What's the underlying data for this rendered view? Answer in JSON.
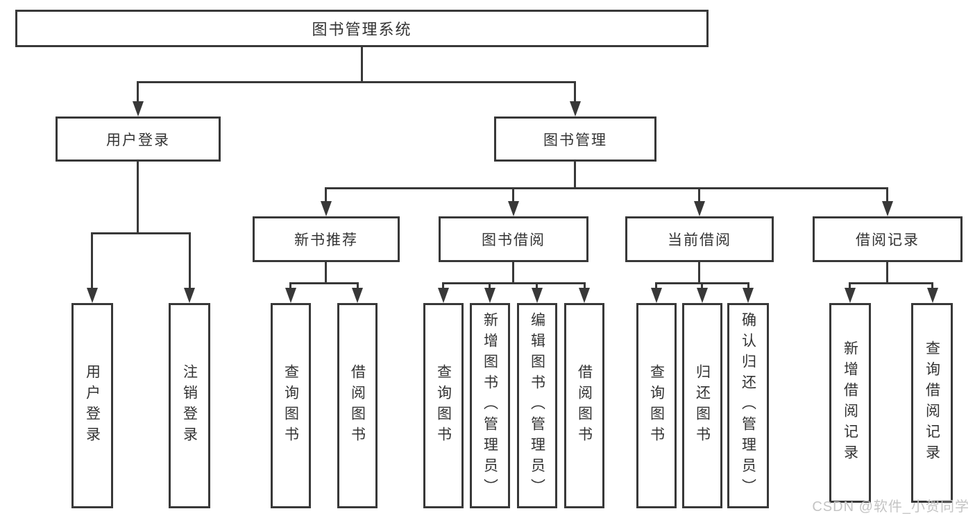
{
  "diagram": {
    "root": {
      "label": "图书管理系统"
    },
    "level2": [
      {
        "label": "用户登录"
      },
      {
        "label": "图书管理"
      }
    ],
    "level3": [
      {
        "label": "新书推荐",
        "parent": "图书管理"
      },
      {
        "label": "图书借阅",
        "parent": "图书管理"
      },
      {
        "label": "当前借阅",
        "parent": "图书管理"
      },
      {
        "label": "借阅记录",
        "parent": "图书管理"
      }
    ],
    "leaves": [
      {
        "label": "用户登录",
        "parent": "用户登录"
      },
      {
        "label": "注销登录",
        "parent": "用户登录"
      },
      {
        "label": "查询图书",
        "parent": "新书推荐"
      },
      {
        "label": "借阅图书",
        "parent": "新书推荐"
      },
      {
        "label": "查询图书",
        "parent": "图书借阅"
      },
      {
        "label": "新增图书（管理员）",
        "parent": "图书借阅"
      },
      {
        "label": "编辑图书（管理员）",
        "parent": "图书借阅"
      },
      {
        "label": "借阅图书",
        "parent": "图书借阅"
      },
      {
        "label": "查询图书",
        "parent": "当前借阅"
      },
      {
        "label": "归还图书",
        "parent": "当前借阅"
      },
      {
        "label": "确认归还（管理员）",
        "parent": "当前借阅"
      },
      {
        "label": "新增借阅记录",
        "parent": "借阅记录"
      },
      {
        "label": "查询借阅记录",
        "parent": "借阅记录"
      }
    ]
  },
  "watermark": "CSDN @软件_小贺同学",
  "colors": {
    "line": "#383838",
    "text": "#333333",
    "watermark": "#c4c4c4",
    "background": "#ffffff"
  }
}
